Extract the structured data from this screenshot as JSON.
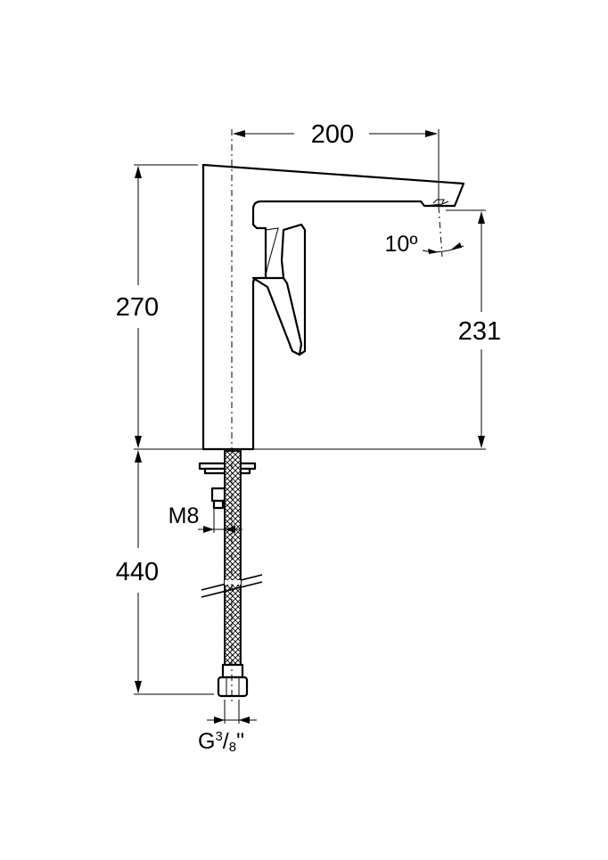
{
  "dimensions": {
    "spout_reach": "200",
    "total_height": "270",
    "spout_height": "231",
    "spout_angle": "10º",
    "hose_length": "440",
    "stud_thread": "M8",
    "connection_prefix": "G",
    "connection_numerator": "3",
    "connection_slash": "/",
    "connection_denominator": "8",
    "connection_suffix": "\""
  }
}
